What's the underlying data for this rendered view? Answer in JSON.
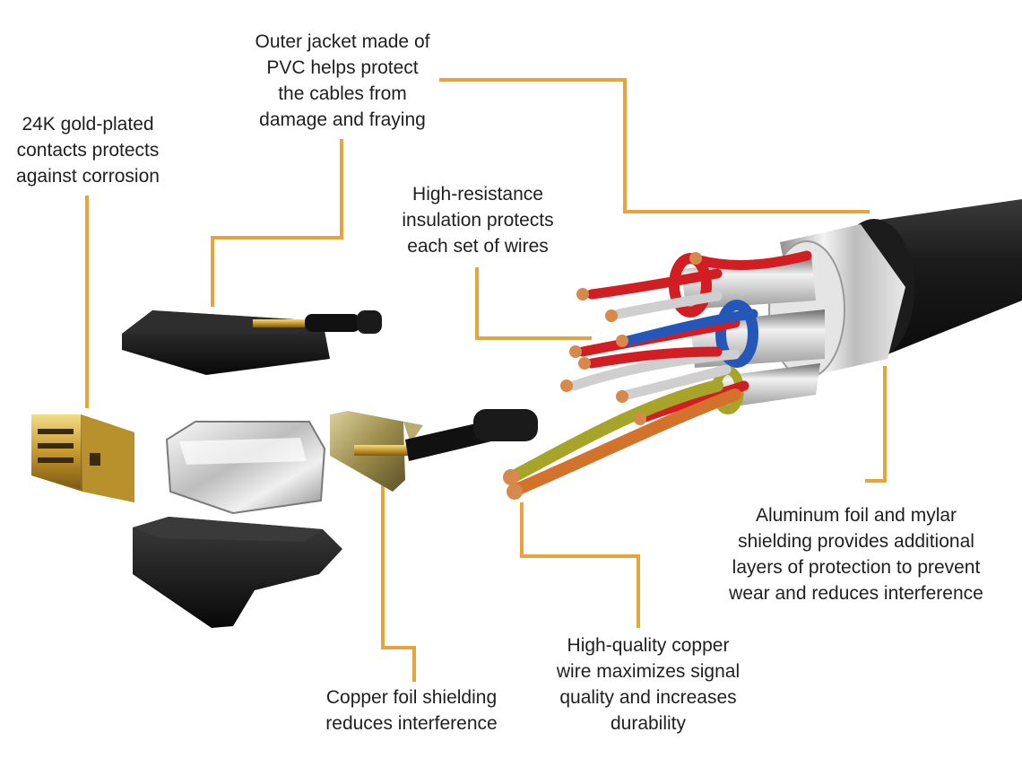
{
  "colors": {
    "leader": "#e8a33a",
    "text": "#1f1f1f",
    "jacket": "#1a1a1a",
    "foil": "#d9d9d9",
    "gold": "#c9a033",
    "copper": "#cc7a3a"
  },
  "callouts": {
    "outer_jacket": [
      "Outer jacket made of",
      "PVC helps protect",
      "the cables from",
      "damage and fraying"
    ],
    "gold_contacts": [
      "24K gold-plated",
      "contacts protects",
      "against corrosion"
    ],
    "insulation": [
      "High-resistance",
      "insulation protects",
      "each set of wires"
    ],
    "aluminum_foil": [
      "Aluminum foil and mylar",
      "shielding provides additional",
      "layers of protection to prevent",
      "wear and reduces interference"
    ],
    "copper_wire": [
      "High-quality copper",
      "wire maximizes signal",
      "quality and increases",
      "durability"
    ],
    "copper_foil": [
      "Copper foil shielding",
      "reduces interference"
    ]
  }
}
